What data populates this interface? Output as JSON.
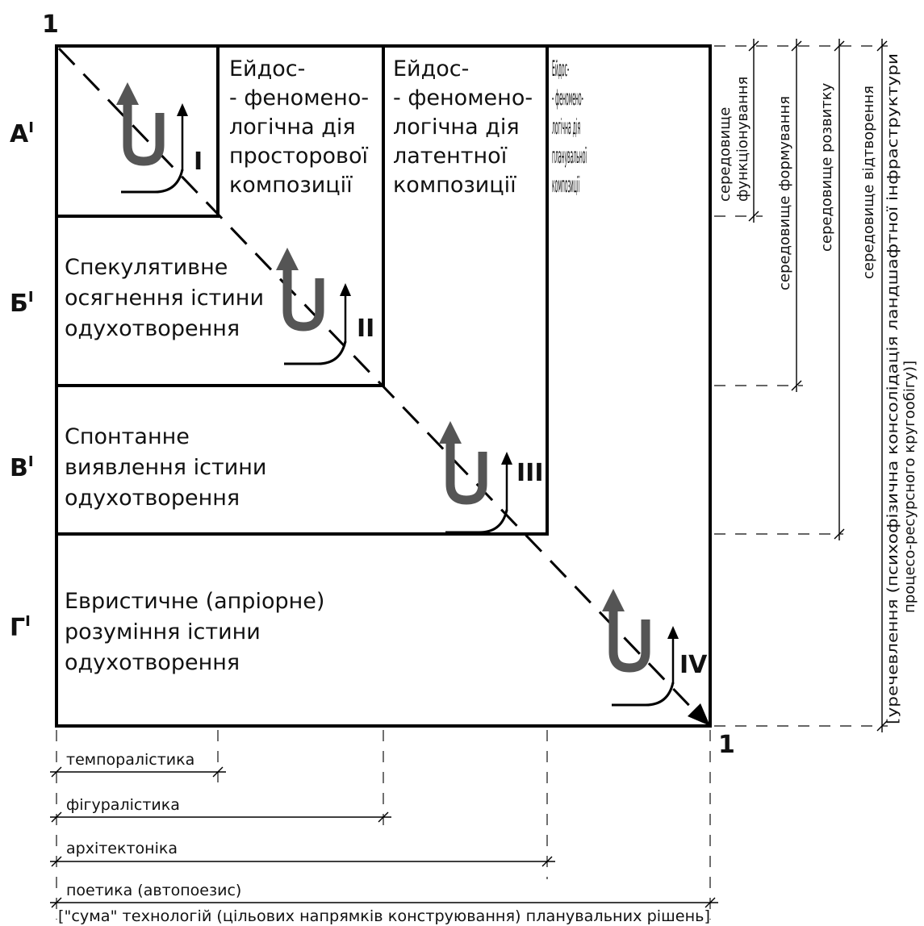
{
  "corners": {
    "top_left": "1",
    "bottom_right": "1"
  },
  "row_labels": [
    "А",
    "Б",
    "В",
    "Г"
  ],
  "row_label_superscript": "I",
  "columns": [
    {
      "lines": [
        "Ейдос-",
        "- феномено-",
        "логічна дія",
        "просторової",
        "композиції"
      ]
    },
    {
      "lines": [
        "Ейдос-",
        "- феномено-",
        "логічна дія",
        "латентної",
        "композиції"
      ]
    },
    {
      "lines": [
        "Ейдос-",
        "- феномено-",
        "логічна дія",
        "планувальної",
        "композиції"
      ]
    }
  ],
  "rows": [
    {
      "lines": [
        "Спекулятивне",
        "осягнення істини",
        "одухотворення"
      ]
    },
    {
      "lines": [
        "Спонтанне",
        "виявлення істини",
        "одухотворення"
      ]
    },
    {
      "lines": [
        "Евристичне (апріорне)",
        "розуміння істини",
        "одухотворення"
      ]
    }
  ],
  "stages": [
    "I",
    "II",
    "III",
    "IV"
  ],
  "bottom_dimensions": [
    "темпоралістика",
    "фігуралістика",
    "архітектоніка",
    "поетика (автопоезис)",
    "[\"сума\" технологій (цільових напрямків конструювання) планувальних рішень]"
  ],
  "right_dimensions": [
    {
      "lines": [
        "середовище",
        "функціонування"
      ]
    },
    {
      "lines": [
        "середовище формування"
      ]
    },
    {
      "lines": [
        "середовище розвитку"
      ]
    },
    {
      "lines": [
        "середовище відтворення"
      ]
    },
    {
      "lines": [
        "[уречевлення (психофізична консолідація ландшафтної інфраструктури",
        "процесо-ресурсного кругообігу)]"
      ]
    }
  ],
  "colors": {
    "line": "#000000",
    "icon": "#555555"
  }
}
